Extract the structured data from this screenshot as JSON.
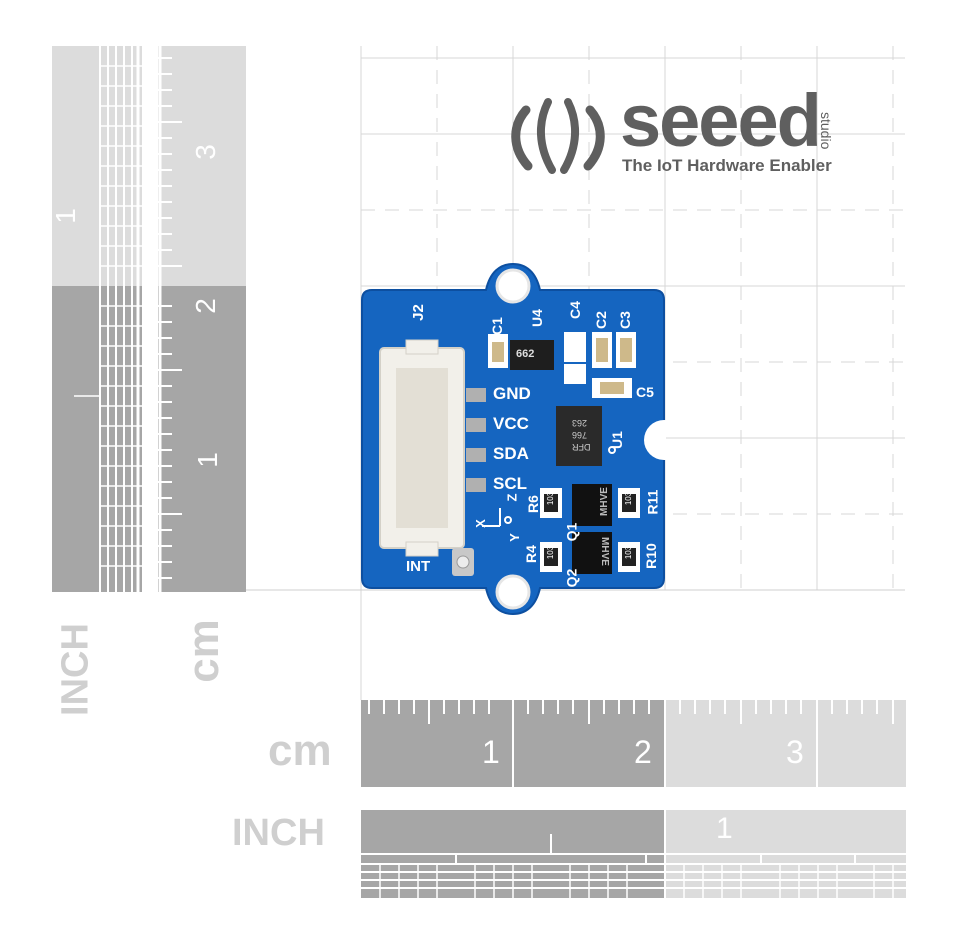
{
  "brand": {
    "name": "seeed",
    "suffix": "studio",
    "tagline": "The IoT Hardware Enabler"
  },
  "left_rulers": {
    "inch_label": "INCH",
    "cm_label": "cm",
    "inch_ticks": [
      "1",
      "1"
    ],
    "cm_ticks": [
      "3",
      "2"
    ]
  },
  "bottom_rulers": {
    "cm_label": "cm",
    "inch_label": "INCH",
    "cm_ticks": [
      "1",
      "2",
      "3"
    ],
    "inch_ticks": [
      "1"
    ]
  },
  "board": {
    "pins": [
      "GND",
      "VCC",
      "SDA",
      "SCL"
    ],
    "connector_label": "J2",
    "int_label": "INT",
    "components": {
      "c1": "C1",
      "u4": "U4",
      "c4": "C4",
      "c2": "C2",
      "c3": "C3",
      "c5": "C5",
      "u1": "U1",
      "r6": "R6",
      "r11": "R11",
      "r4": "R4",
      "q1": "Q1",
      "q2": "Q2",
      "r10": "R10",
      "plus": "+"
    },
    "axes": {
      "x": "X",
      "y": "Y",
      "z": "Z"
    },
    "chip_u4": "662",
    "chip_u1_lines": [
      "263",
      "766",
      "DFR"
    ],
    "mosfet_label": "MHVE",
    "resistor_code": "103"
  },
  "colors": {
    "pcb_blue": "#1565c0",
    "pcb_edge": "#0d4fa0",
    "ruler_dark": "#a6a6a6",
    "ruler_light": "#d9d9d9",
    "grid_line": "#d7d7d7",
    "logo_gray": "#5f5f5f"
  }
}
